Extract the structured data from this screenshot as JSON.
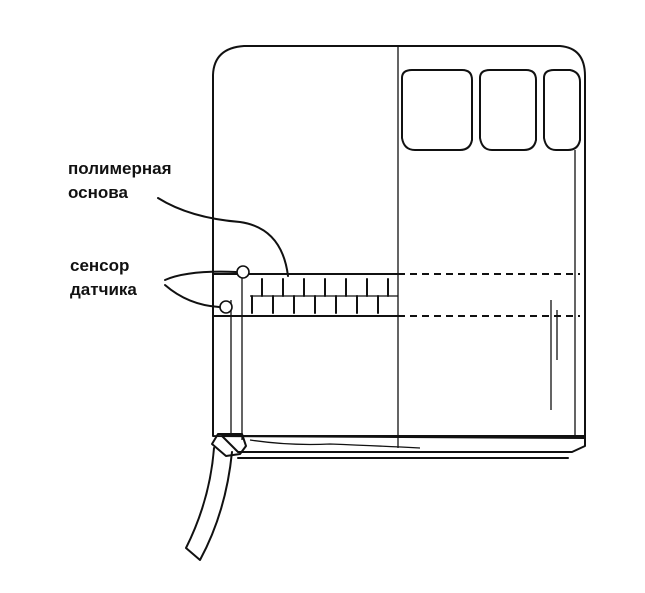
{
  "labels": {
    "polymer_base_line1": "полимерная",
    "polymer_base_line2": "основа",
    "sensor_line1": "сенсор",
    "sensor_line2": "датчика"
  },
  "colors": {
    "ink": "#111111",
    "background": "#ffffff"
  }
}
